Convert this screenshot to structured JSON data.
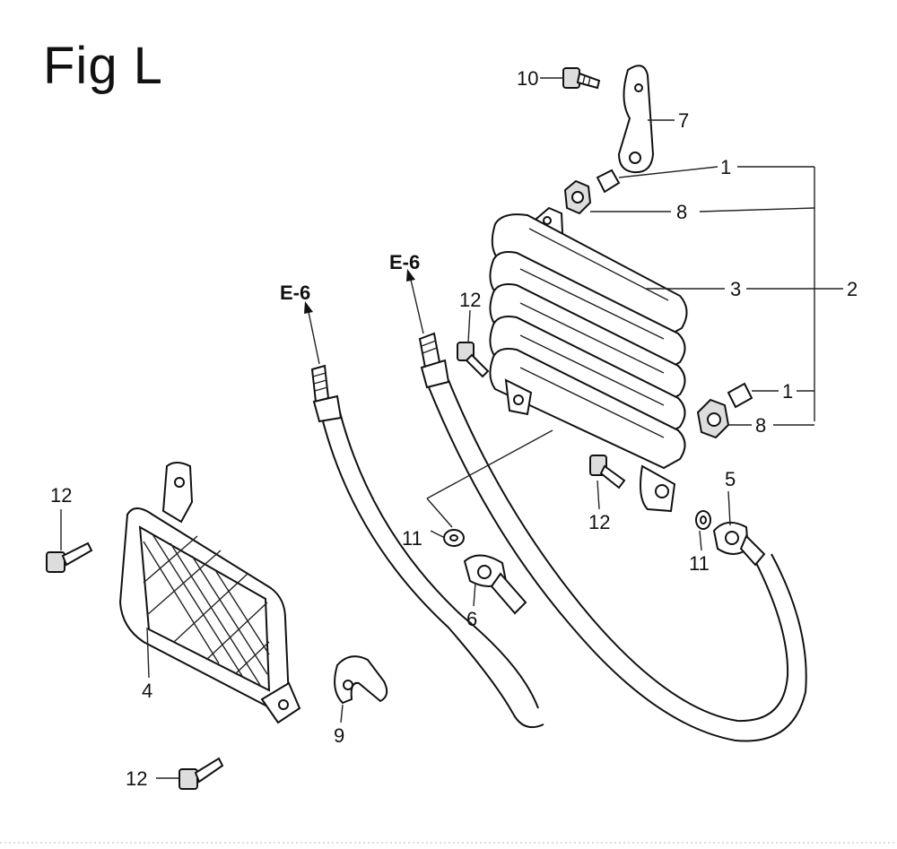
{
  "figure": {
    "title": "Fig L",
    "references": {
      "ref_a": "E-6",
      "ref_b": "E-6"
    },
    "callouts": {
      "c10": "10",
      "c7": "7",
      "c1a": "1",
      "c8a": "8",
      "c3": "3",
      "c2": "2",
      "c12a": "12",
      "c1b": "1",
      "c8b": "8",
      "c12b": "12",
      "c5": "5",
      "c11a": "11",
      "c11b": "11",
      "c6": "6",
      "c12c": "12",
      "c4": "4",
      "c9": "9",
      "c12d": "12"
    }
  }
}
